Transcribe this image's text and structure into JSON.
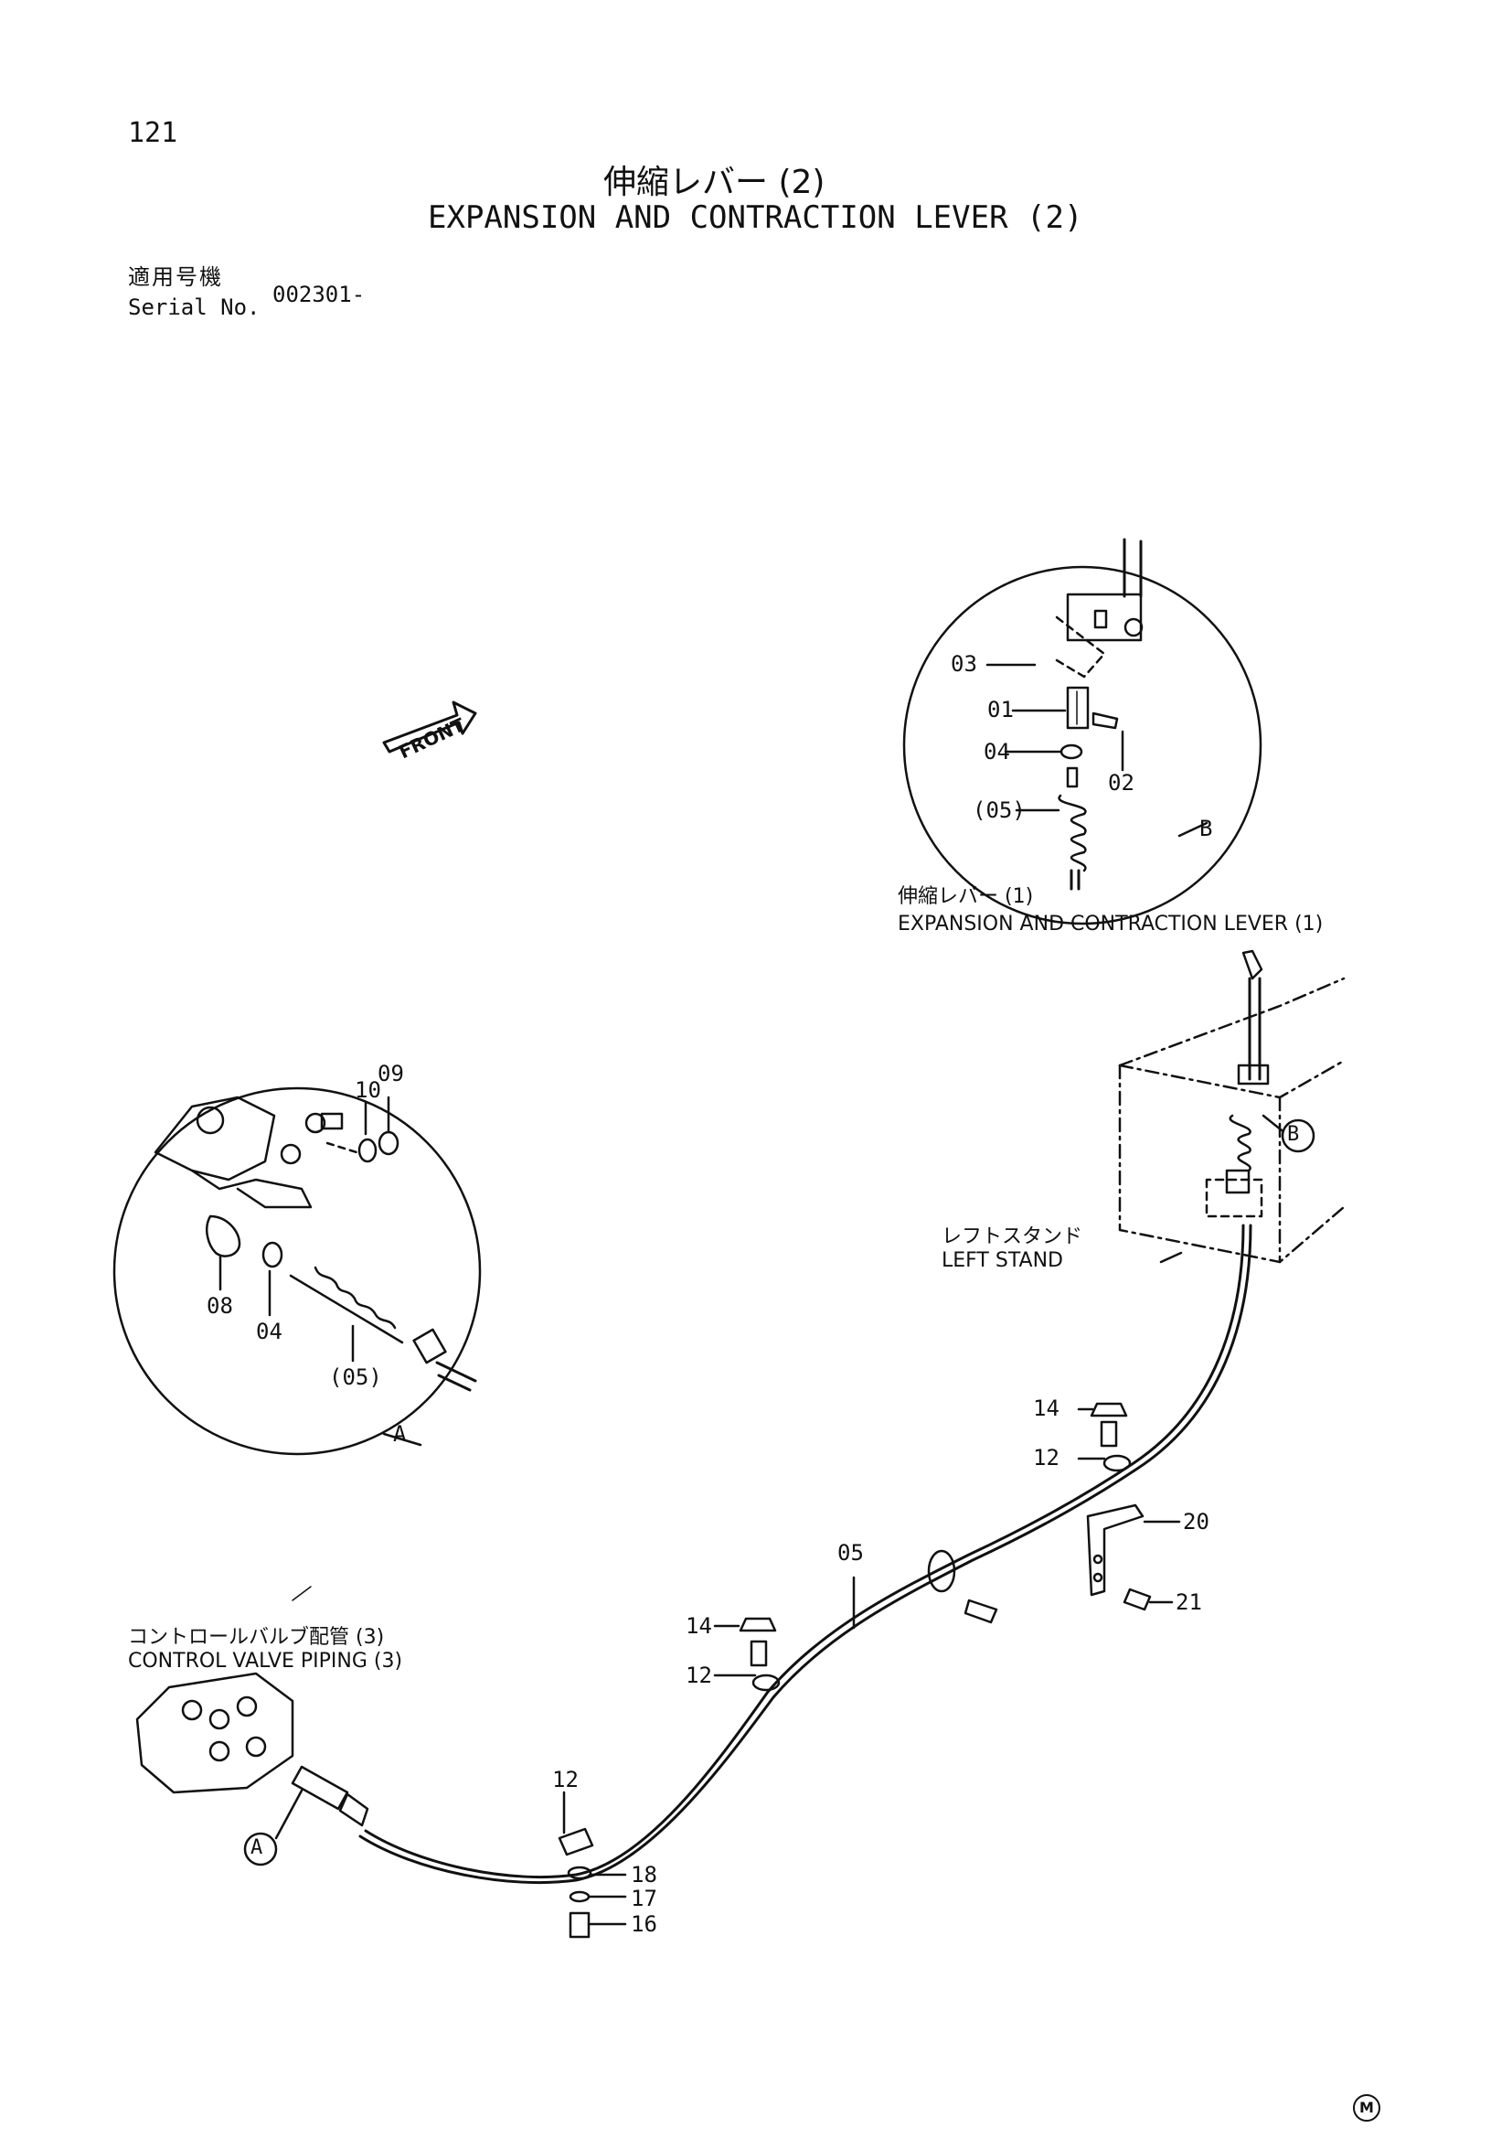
{
  "header": {
    "page_number": "121",
    "title_jp": "伸縮レバー (2)",
    "title_en": "EXPANSION AND CONTRACTION LEVER (2)",
    "serial_label_jp": "適用号機",
    "serial_label_en": "Serial No.",
    "serial_value": "002301-"
  },
  "labels": {
    "front": "FRONT",
    "lever1_jp": "伸縮レバー (1)",
    "lever1_en": "EXPANSION AND CONTRACTION LEVER (1)",
    "left_stand_jp": "レフトスタンド",
    "left_stand_en": "LEFT STAND",
    "control_valve_jp": "コントロールバルブ配管 (3)",
    "control_valve_en": "CONTROL VALVE PIPING (3)",
    "detail_a": "A",
    "detail_b": "B",
    "mark": "M"
  },
  "callouts_detail_b": [
    "03",
    "01",
    "04",
    "(05)",
    "02"
  ],
  "callouts_detail_a": [
    "10",
    "09",
    "08",
    "04",
    "(05)"
  ],
  "callouts_main": [
    "14",
    "12",
    "20",
    "05",
    "21",
    "14",
    "12",
    "12",
    "18",
    "17",
    "16"
  ]
}
